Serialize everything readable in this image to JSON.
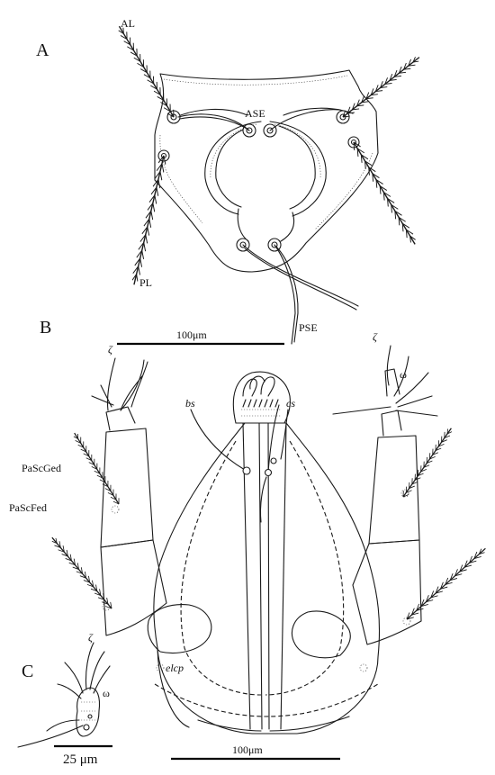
{
  "panels": {
    "a": {
      "letter": "A"
    },
    "b": {
      "letter": "B"
    },
    "c": {
      "letter": "C"
    }
  },
  "labels": {
    "al": "AL",
    "pl": "PL",
    "ase": "ASE",
    "pse": "PSE",
    "bs": "bs",
    "cs": "cs",
    "pascged": "PaScGed",
    "pascfed": "PaScFed",
    "elcp": "elcp",
    "zeta_left": "ζ",
    "omega_right": "ω",
    "zeta_c": "ζ",
    "omega_c": "ω"
  },
  "scale_bars": {
    "a": "100μm",
    "b": "100μm",
    "c": "25 μm"
  }
}
